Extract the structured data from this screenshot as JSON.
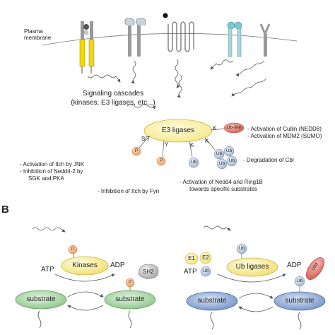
{
  "panel_a": {
    "membrane_label": "Plasma\nmembrane",
    "cascade_line1": "Signaling cascades",
    "cascade_line2": "(kinases, E3 ligases, etc...)",
    "center_label": "E3 ligases",
    "site_st": "S/T",
    "site_y": "Y",
    "site_k": "K",
    "p_label": "P",
    "ub_label": "Ub",
    "ublike_label": "Ub-like",
    "left_notes": [
      "- Activation of Itch by JNK",
      "- Inhibition of Nedd4-2 by",
      "SGK and PKA"
    ],
    "fyn_note": "- Inhibition of Itch by Fyn",
    "right_notes": [
      "- Activation of Cullin (NEDD8)",
      "- Activation of MDM2 (SUMO)"
    ],
    "cbl_note": "- Degradation of Cbl",
    "bottom_notes": [
      "- Activation of Nedd4 and Ring1B",
      "towards specific substrates"
    ]
  },
  "panel_b": {
    "letter": "B",
    "left": {
      "p_label": "P",
      "enzyme": "Kinases",
      "atp": "ATP",
      "adp": "ADP",
      "sh2": "SH2",
      "substrate_left": "substrate",
      "substrate_right": "substrate"
    },
    "right": {
      "ub_label": "Ub",
      "e1": "E1",
      "e2": "E2",
      "enzyme": "Ub ligases",
      "atp": "ATP",
      "adp": "ADP",
      "uim": "UIM",
      "substrate_left": "substrate",
      "substrate_right": "substrate"
    }
  },
  "colors": {
    "ub_blue": "#b6c6dc",
    "p_orange": "#f0a56a",
    "e3_yellow": "#fbf3b8",
    "kinase_yellow": "#f6f0a6",
    "substrate_green": "#a9d4a7",
    "substrate_blue": "#8aa6d4",
    "ublike_red": "#e0706a"
  }
}
